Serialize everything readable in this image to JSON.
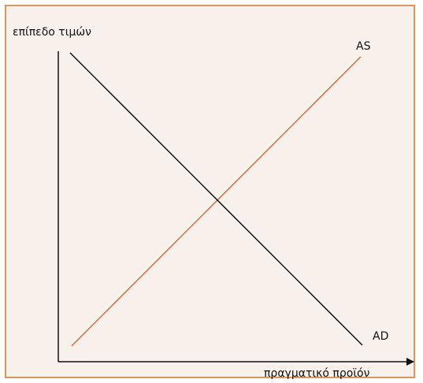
{
  "diagram": {
    "y_axis_label": "επίπεδο τιμών",
    "x_axis_label": "πραγματικό προϊόν",
    "curves": [
      {
        "label": "AS",
        "color": "#c8703c"
      },
      {
        "label": "AD",
        "color": "#111111"
      }
    ],
    "colors": {
      "background": "#f8f0ea",
      "border": "#d9975c",
      "axis": "#111111"
    }
  }
}
